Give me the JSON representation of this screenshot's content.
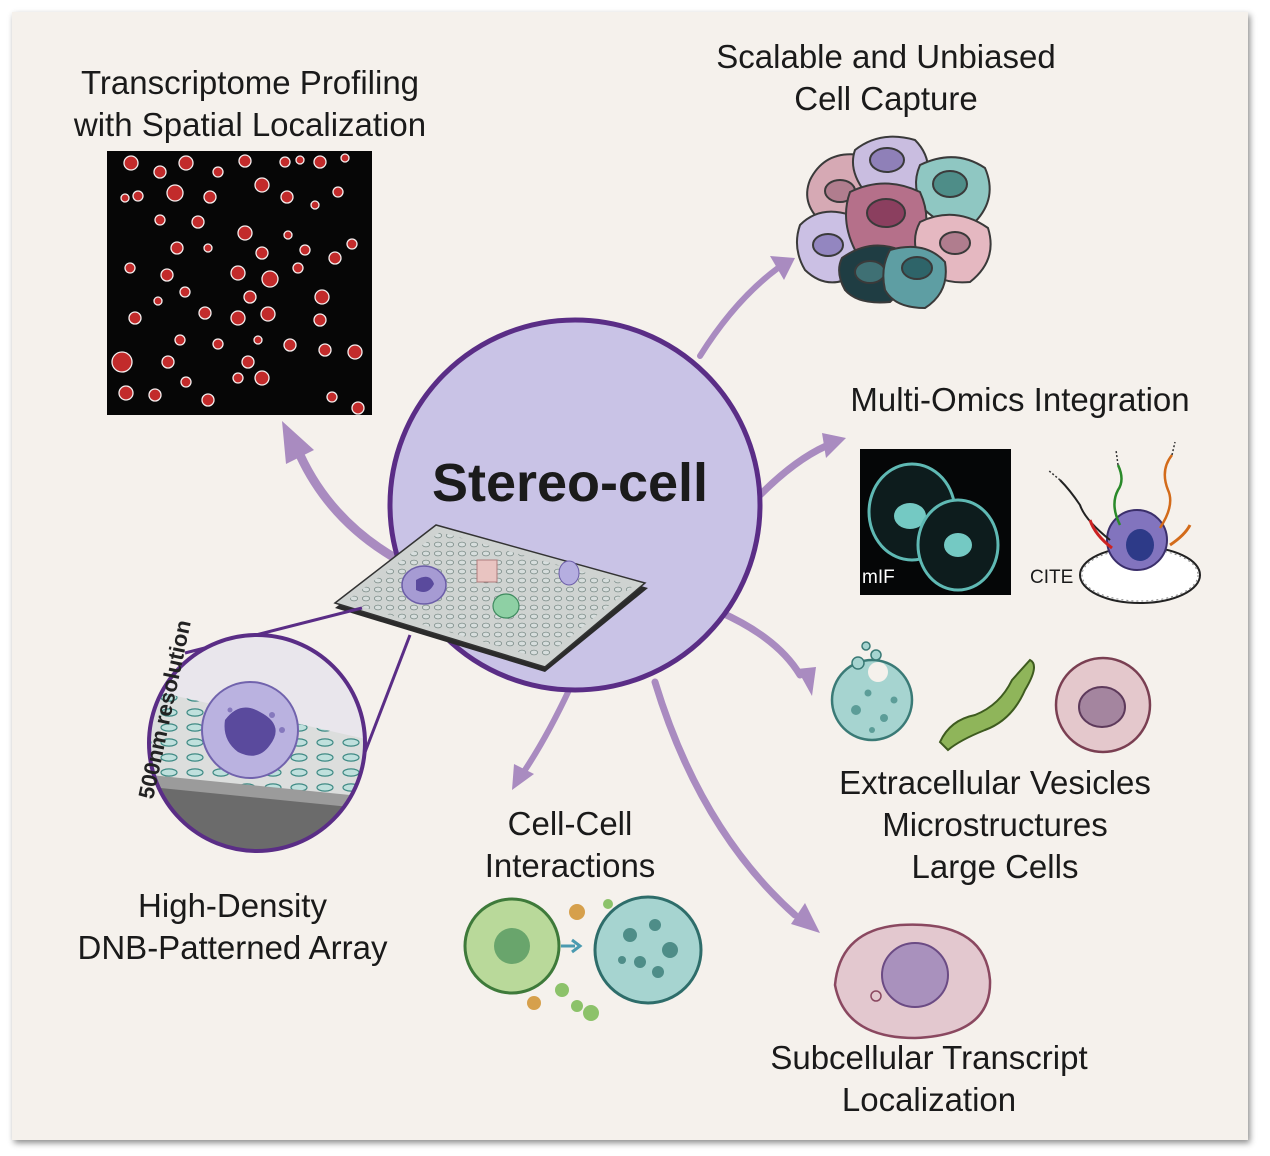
{
  "title": "Stereo-cell",
  "labels": {
    "transcriptome_l1": "Transcriptome Profiling",
    "transcriptome_l2": "with Spatial Localization",
    "capture_l1": "Scalable and Unbiased",
    "capture_l2": "Cell Capture",
    "multiomics": "Multi-Omics Integration",
    "mif": "mIF",
    "cite": "CITE",
    "ev_l1": "Extracellular Vesicles",
    "ev_l2": "Microstructures",
    "ev_l3": "Large Cells",
    "cellcell_l1": "Cell-Cell",
    "cellcell_l2": "Interactions",
    "array_l1": "High-Density",
    "array_l2": "DNB-Patterned Array",
    "resolution": "500nm resolution",
    "subcellular_l1": "Subcellular Transcript",
    "subcellular_l2": "Localization"
  },
  "colors": {
    "center_fill": "#c9c3e6",
    "center_stroke": "#5a2d86",
    "arrow": "#a98bc0",
    "background": "#f5f1ec"
  }
}
